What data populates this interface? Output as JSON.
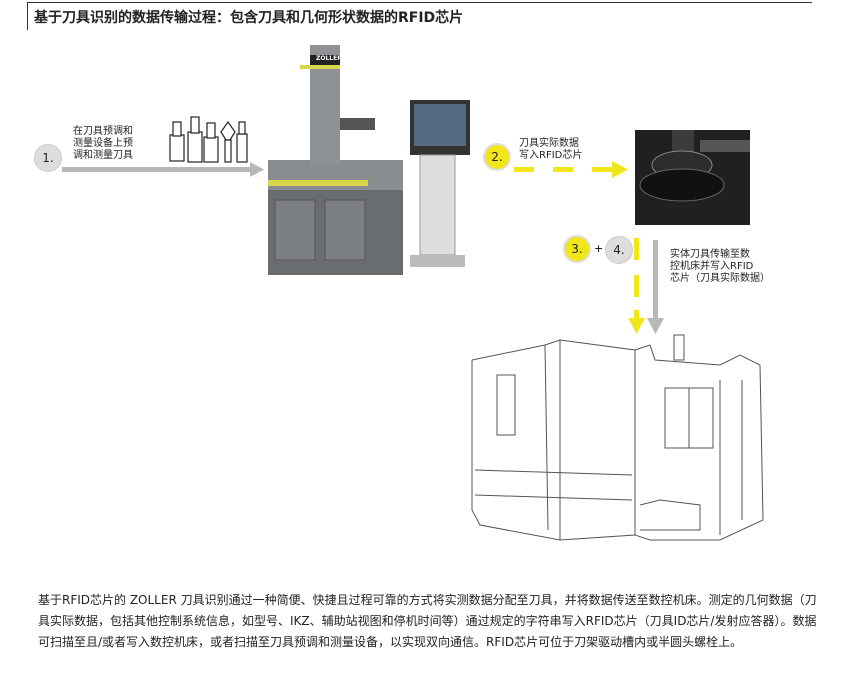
{
  "title": "基于刀具识别的数据传输过程：包含刀具和几何形状数据的RFID芯片",
  "steps": [
    {
      "number": "1.",
      "label": "在刀具预调和测量设备上预调和测量刀具",
      "lines": [
        "在刀具预调和",
        "测量设备上预",
        "调和测量刀具"
      ]
    },
    {
      "number": "2.",
      "lines": [
        "刀具实际数据",
        "写入RFID芯片"
      ]
    },
    {
      "number": "3.",
      "plus": "+",
      "number2": "4.",
      "lines": [
        "实体刀具传输至数",
        "控机床并写入RFID",
        "芯片（刀具实际数据）"
      ]
    }
  ],
  "brand": "ZOLLER",
  "description": "基于RFID芯片的 ZOLLER 刀具识别通过一种简便、快捷且过程可靠的方式将实测数据分配至刀具，并将数据传送至数控机床。测定的几何数据（刀具实际数据，包括其他控制系统信息，如型号、IKZ、辅助站视图和停机时间等）通过规定的字符串写入RFID芯片（刀具ID芯片/发射应答器）。数据可扫描至且/或者写入数控机床，或者扫描至刀具预调和测量设备，以实现双向通信。RFID芯片可位于刀架驱动槽内或半圆头螺栓上。",
  "colors": {
    "yellow": "#f0e61a",
    "gray": "#b8b8b8"
  }
}
